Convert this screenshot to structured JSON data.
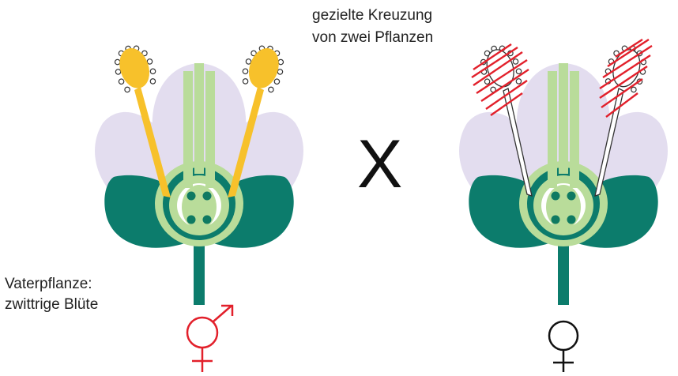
{
  "diagram": {
    "title_lines": [
      "gezielte Kreuzung",
      "von zwei Pflanzen"
    ],
    "cross_symbol": "X",
    "father_label_lines": [
      "Vaterpflanze:",
      "zwittrige Blüte"
    ],
    "father_symbol": "hermaphrodite-symbol",
    "mother_symbol": "female-symbol"
  },
  "colors": {
    "petal": "#e3ddef",
    "sepal": "#0c7c6c",
    "pistil": "#b9dc9a",
    "pistil_dark": "#0f7a62",
    "stamen_fertile": "#f7c12b",
    "stamen_removed_stroke": "#333333",
    "cross_out": "#e2202b",
    "father_symbol": "#e2202b",
    "mother_symbol": "#111111"
  }
}
